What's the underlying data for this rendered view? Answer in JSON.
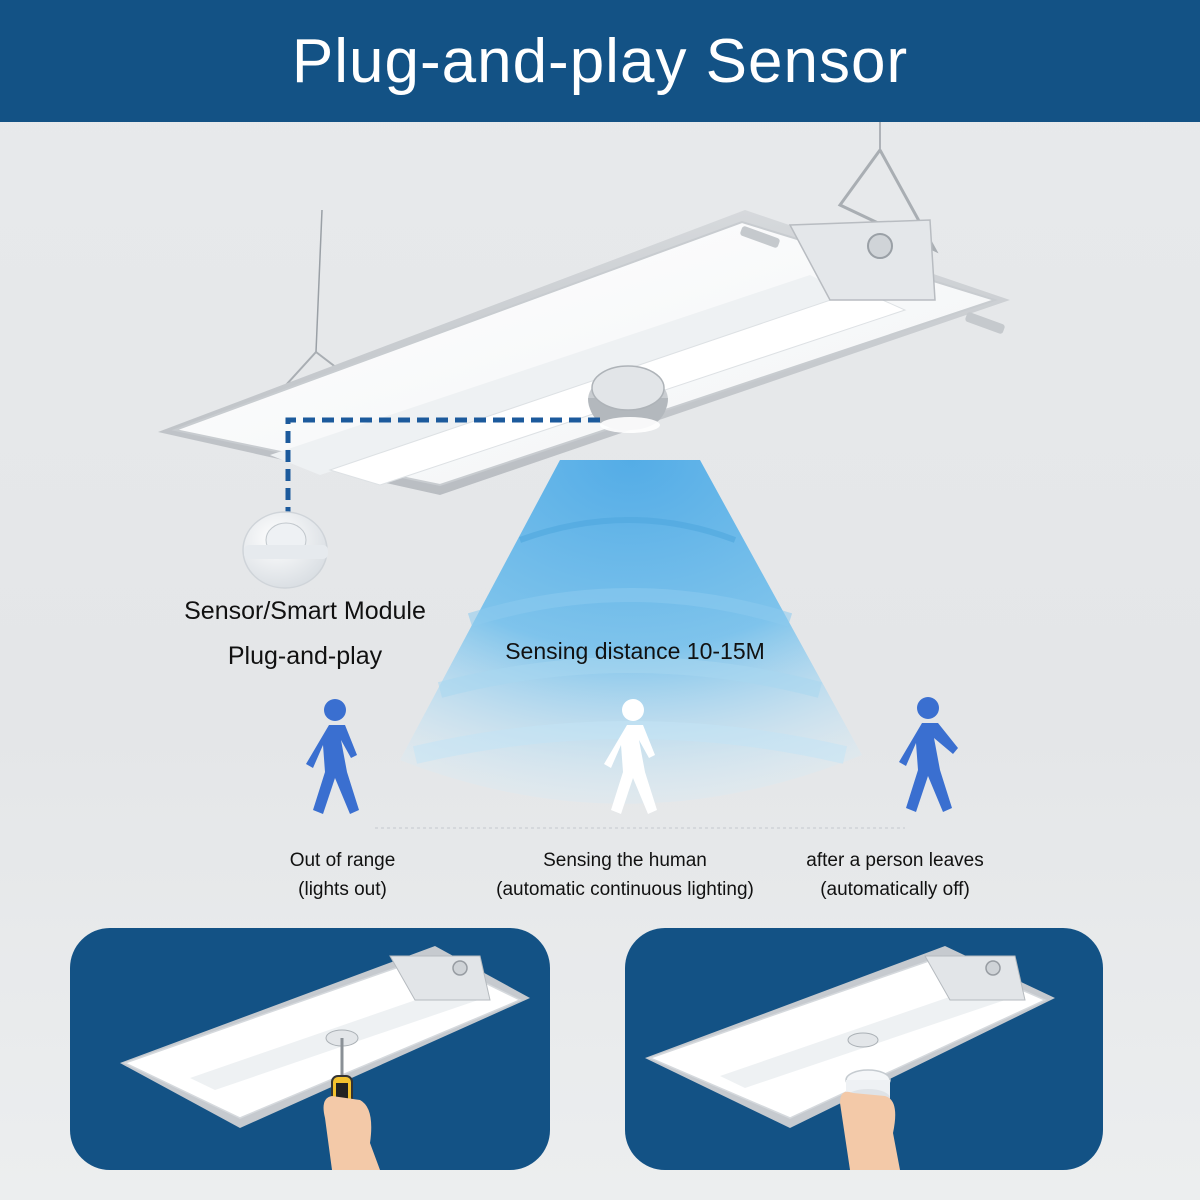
{
  "header": {
    "title": "Plug-and-play Sensor"
  },
  "module_caption": {
    "line1": "Sensor/Smart Module",
    "line2": "Plug-and-play"
  },
  "sensing_label": "Sensing distance 10-15M",
  "states": [
    {
      "line1": "Out of range",
      "line2": "(lights out)"
    },
    {
      "line1": "Sensing the human",
      "line2": "(automatic continuous lighting)"
    },
    {
      "line1": "after a person leaves",
      "line2": "(automatically off)"
    }
  ],
  "colors": {
    "brand": "#135285",
    "person": "#3a6fd0",
    "cone": "#5bb3e6",
    "dashed_line": "#1c5a9c"
  },
  "icons": {
    "person_left": "walking-person-icon",
    "person_center": "walking-person-icon",
    "person_right": "walking-person-icon"
  }
}
